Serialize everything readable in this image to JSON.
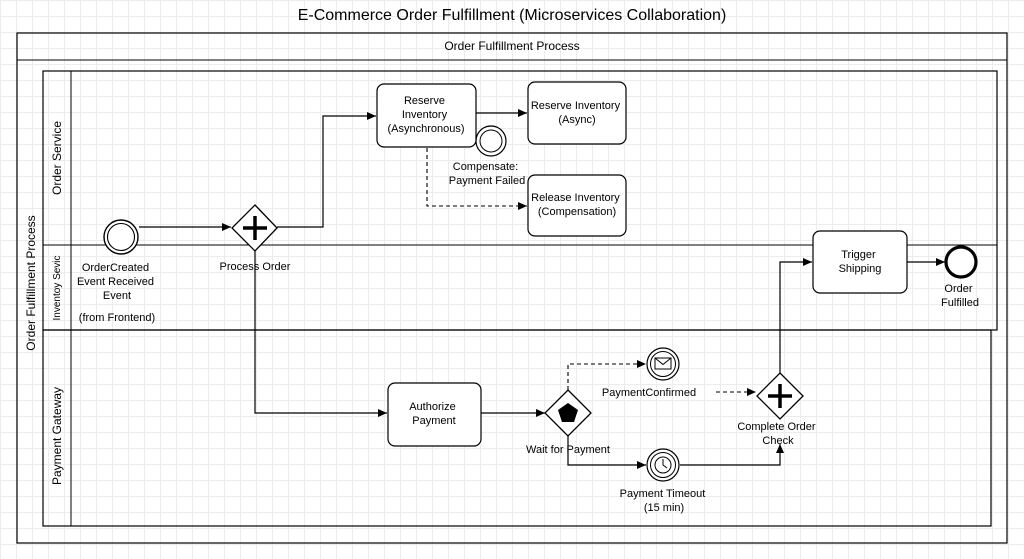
{
  "diagram": {
    "title": "E-Commerce Order Fulfillment (Microservices Collaboration)",
    "pool_header": "Order Fulfillment Process",
    "pool_side_label": "Order Fulfillment Process",
    "lanes": [
      {
        "label": "Order Service"
      },
      {
        "label": "Inventoy Sevic"
      },
      {
        "label": "Payment Gateway"
      }
    ],
    "tasks": {
      "reserve_inventory": [
        "Reserve",
        "Inventory",
        "(Asynchronous)"
      ],
      "reserve_inventory_async": [
        "Reserve Inventory",
        "(Async)"
      ],
      "release_inventory": [
        "Release Inventory",
        "(Compensation)"
      ],
      "authorize_payment": [
        "Authorize",
        "Payment"
      ],
      "trigger_shipping": [
        "Trigger",
        "Shipping"
      ]
    },
    "events": {
      "start": [
        "OrderCreated",
        "Event Received",
        "Event"
      ],
      "start_note": "(from Frontend)",
      "compensate": [
        "Compensate:",
        "Payment Failed"
      ],
      "payment_confirmed": "PaymentConfirmed",
      "payment_timeout": [
        "Payment Timeout",
        "(15 min)"
      ],
      "end": [
        "Order",
        "Fulfilled"
      ]
    },
    "gateways": {
      "process_order": "Process Order",
      "wait_for_payment": "Wait for Payment",
      "complete_order_check": [
        "Complete Order",
        "Check"
      ]
    }
  }
}
